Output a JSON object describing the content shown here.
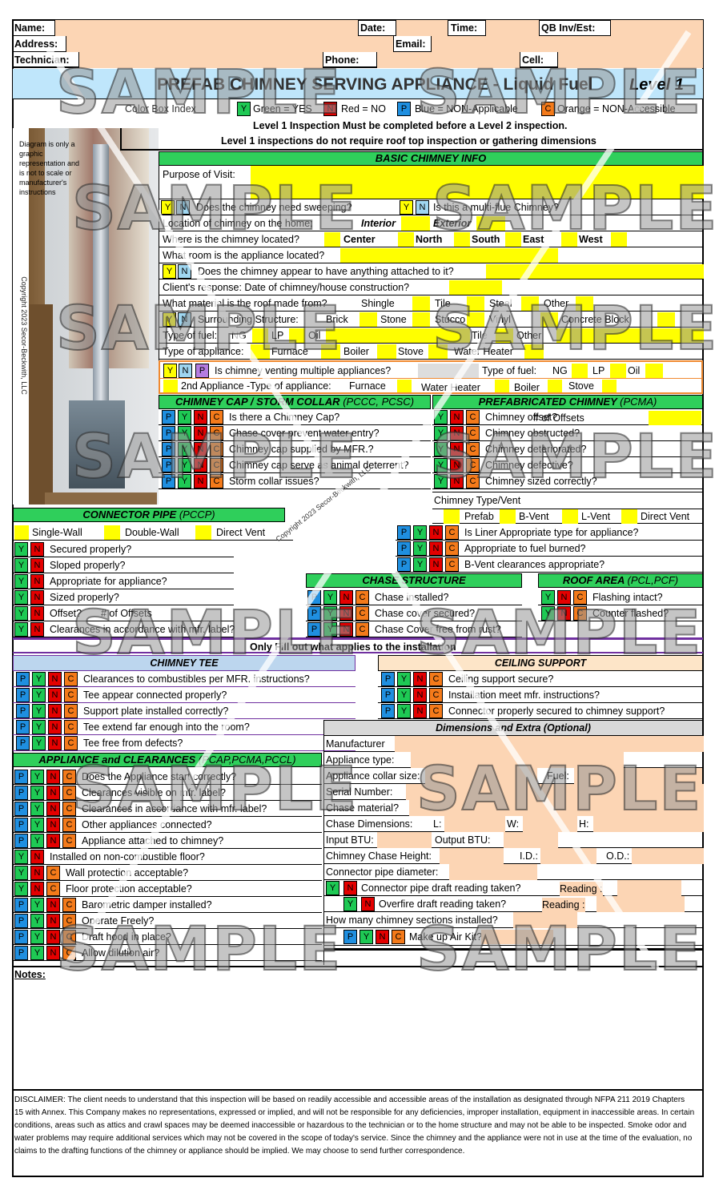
{
  "header": {
    "name": "Name:",
    "date": "Date:",
    "time": "Time:",
    "qb": "QB Inv/Est:",
    "address": "Address:",
    "email": "Email:",
    "technician": "Technician:",
    "phone": "Phone:",
    "cell": "Cell:"
  },
  "title": "PREFAB CHIMNEY SERVING  APPLIANCE - Liquid Fuel",
  "level": "Level 1",
  "legend": {
    "index": "Color Box Index",
    "green": "Green = YES",
    "red": "Red = NO",
    "blue": "Blue = NON-Applicable",
    "orange": "Orange = NON-Accessible",
    "g": "Y",
    "r": "N",
    "b": "P",
    "o": "C"
  },
  "notes1": "Level 1 Inspection Must be completed before a Level 2 inspection.",
  "notes2": "Level 1 inspections do not require roof top inspection or gathering dimensions",
  "diagram_note": "Diagram is only a graphic representation and is not to scale or manufacturer's instructions",
  "copyright_side": "Copyright 2023 Secor-Beckwith, LLC",
  "copyright_mid": "Copyright 2023 Secor-Beckwith, LLC",
  "basic": {
    "title": "BASIC CHIMNEY  INFO",
    "purpose": "Purpose of Visit:",
    "sweep": "Does the chimney need sweeping?",
    "multiflue": "Is this a multi-flue Chimney?",
    "location": "Location of chimney on the home:",
    "interior": "Interior",
    "exterior": "Exterior",
    "where": "Where is the chimney located?",
    "center": "Center",
    "north": "North",
    "south": "South",
    "east": "East",
    "west": "West",
    "room": "What room is the appliance located?",
    "attached": "Does the chimney appear to have anything attached to it?",
    "response": "Client's response: Date of chimney/house construction?",
    "roof": "What material is the roof made from?",
    "shingle": "Shingle",
    "tile": "Tile",
    "steel": "Steel",
    "other": "Other",
    "surround": "Surrounding Structure:",
    "brick": "Brick",
    "stone": "Stone",
    "stucco": "Stucco",
    "vinyl": "Vinyl",
    "concrete": "Concrete Block",
    "fuel": "Type of fuel:",
    "ng": "NG",
    "lp": "LP",
    "oil": "Oil",
    "tile2": "Tile",
    "other2": "Other",
    "appliance": "Type of appliance:",
    "furnace": "Furnace",
    "boiler": "Boiler",
    "stove": "Stove",
    "waterheater": "Water Heater",
    "multiple": "Is chimney venting multiple appliances?",
    "fuel2": "Type of fuel:",
    "second": "2nd Appliance -Type of appliance:",
    "furnace2": "Furnace",
    "wh2": "Water Heater",
    "boiler2": "Boiler",
    "stove2": "Stove"
  },
  "cap": {
    "title": "CHIMNEY CAP / STORM COLLAR",
    "code": "(PCCC, PCSC)",
    "q": [
      "Is there a Chimney Cap?",
      "Chase cover prevent water entry?",
      "Chimney cap supplied by MFR.?",
      "Chimney cap serve as animal deterrent?",
      "Storm collar issues?"
    ]
  },
  "prefab": {
    "title": "PREFABRICATED CHIMNEY",
    "code": "(PCMA)",
    "q": [
      "Chimney  offset?",
      "Chimney obstructed?",
      "Chimney deteriorated?",
      "Chimney defective?",
      "Chimney sized correctly?"
    ],
    "offsets": "# of Offsets",
    "type": "Chimney Type/Vent",
    "prefab": "Prefab",
    "bvent": "B-Vent",
    "lvent": "L-Vent",
    "direct": "Direct Vent",
    "liner": [
      "Is Liner Appropriate type for appliance?",
      "Appropriate to fuel burned?",
      "B-Vent clearances appropriate?"
    ]
  },
  "connector": {
    "title": "CONNECTOR PIPE",
    "code": "(PCCP)",
    "single": "Single-Wall",
    "double": "Double-Wall",
    "direct": "Direct Vent",
    "q": [
      "Secured properly?",
      "Sloped properly?",
      "Appropriate for appliance?",
      "Sized properly?",
      "Offset?",
      "Clearances in accordance with mfr. label?"
    ],
    "offsets": "# of Offsets"
  },
  "chase": {
    "title": "CHASE STRUCTURE",
    "q": [
      "Chase installed?",
      "Chase cover secured?",
      "Chase Cover free from rust?"
    ]
  },
  "roofarea": {
    "title": "ROOF AREA",
    "code": "(PCL,PCF)",
    "q": [
      "Flashing intact?",
      "Counter flashed?"
    ]
  },
  "only": "Only Fill out what applies to the installation",
  "tee": {
    "title": "CHIMNEY TEE",
    "q": [
      "Clearances to combustibles per MFR. instructions?",
      "Tee appear connected properly?",
      "Support plate installed correctly?",
      "Tee extend far enough into the room?",
      "Tee free from defects?"
    ]
  },
  "ceiling": {
    "title": "CEILING SUPPORT",
    "q": [
      "Ceiling support secure?",
      "Installation meet mfr. instructions?",
      "Connector properly secured to chimney support?"
    ]
  },
  "dims": {
    "title": "Dimensions and Extra (Optional)",
    "manufacturer": "Manufacturer",
    "apptype": "Appliance type:",
    "collar": "Appliance collar size:",
    "fuel": "Fuel:",
    "serial": "Serial Number:",
    "chasemat": "Chase material?",
    "chasedim": "Chase Dimensions:",
    "l": "L:",
    "w": "W:",
    "h": "H:",
    "input": "Input BTU:",
    "output": "Output BTU:",
    "height": "Chimney Chase Height:",
    "id": "I.D.:",
    "od": "O.D.:",
    "diameter": "Connector pipe diameter:",
    "draft": "Connector pipe draft reading taken?",
    "reading": "Reading :",
    "overfire": "Overfire draft reading taken?",
    "reading2": "Reading :",
    "sections": "How many chimney sections installed?",
    "makeup": "Make up Air Kit?"
  },
  "appliance": {
    "title": "APPLIANCE  and CLEARANCES",
    "code": "(PCAP,PCMA,PCCL)",
    "q": [
      "Does the Appliance start correctly?",
      "Clearances visible on mfr. label?",
      "Clearances in accordance with mfr. label?",
      "Other appliances connected?",
      "Appliance attached to chimney?",
      "Installed on non-combustible floor?",
      "Wall protection acceptable?",
      "Floor protection acceptable?",
      "Barometric damper installed?",
      "Operate Freely?",
      "Draft hood in place?",
      "Allow dilution air?"
    ]
  },
  "notes": "Notes:",
  "watermark": "SAMPLE",
  "disclaimer": "DISCLAIMER: The client needs to understand that this inspection will be based on readily accessible and accessible areas of the installation as designated through NFPA 211 2019 Chapters 15 with Annex. This Company makes no representations, expressed or implied, and will not be responsible for any deficiencies, improper installation, equipment in inaccessible areas. In certain conditions, areas such as attics and crawl spaces may be deemed inaccessible or hazardous to the technician or to the home structure and may not be able to be inspected. Smoke odor and water problems may require additional services which may not be covered in the scope of today's service.  Since the chimney and the appliance were not in use at the time of the evaluation, no claims to the drafting functions of the chimney or appliance should be implied.  We may choose to send further correspondence.",
  "opt": {
    "Y": "Y",
    "N": "N",
    "P": "P",
    "C": "C"
  }
}
